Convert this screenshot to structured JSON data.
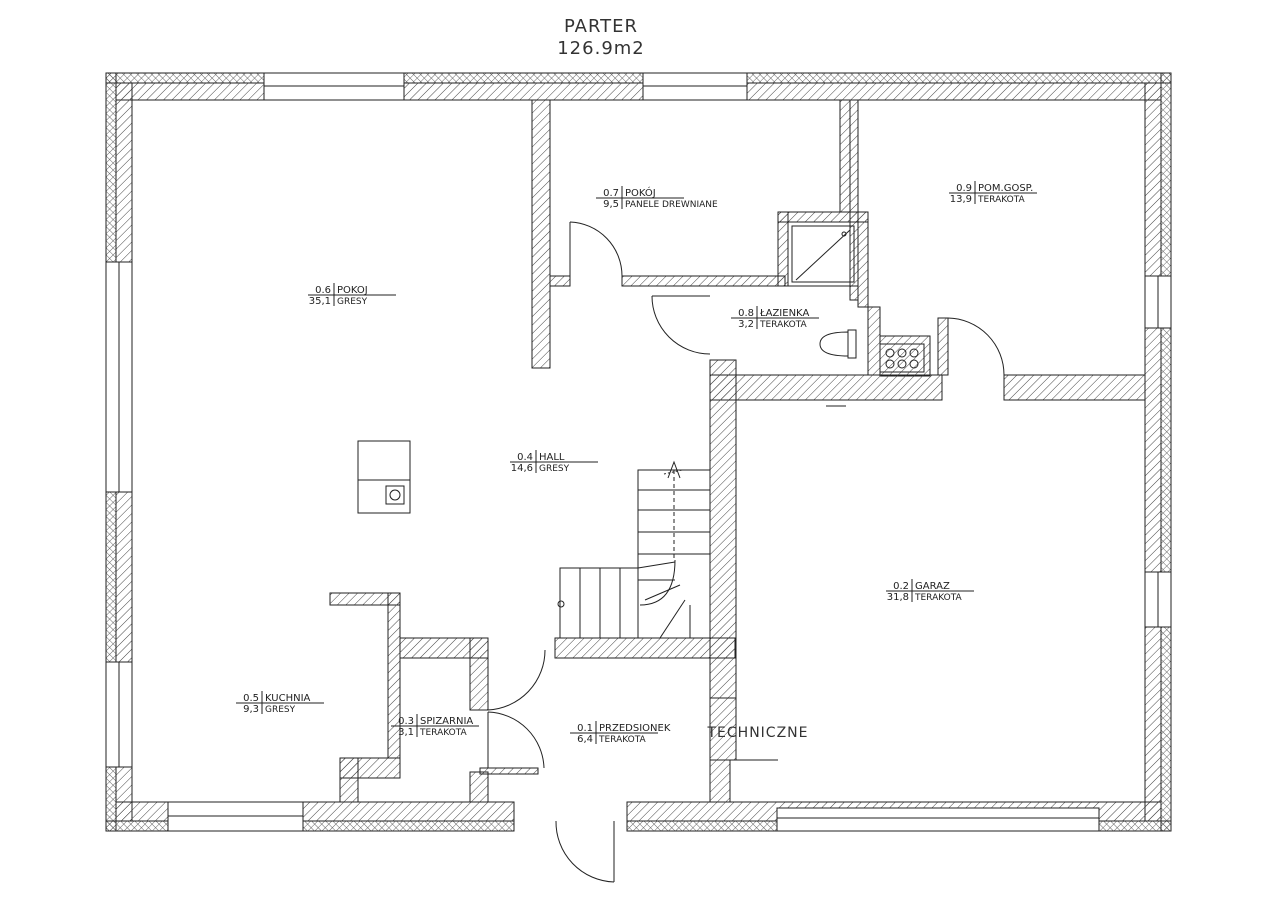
{
  "plan": {
    "title": "PARTER",
    "area": "126.9m2"
  },
  "rooms": [
    {
      "id": "room-pokoj-06",
      "num": "0.6",
      "name": "POKOJ",
      "area": "35,1",
      "material": "GRESY"
    },
    {
      "id": "room-pokoj-07",
      "num": "0.7",
      "name": "POKÓJ",
      "area": "9,5",
      "material": "PANELE DREWNIANE"
    },
    {
      "id": "room-pom-gosp-09",
      "num": "0.9",
      "name": "POM.GOSP.",
      "area": "13,9",
      "material": "TERAKOTA"
    },
    {
      "id": "room-lazienka-08",
      "num": "0.8",
      "name": "ŁAZIENKA",
      "area": "3,2",
      "material": "TERAKOTA"
    },
    {
      "id": "room-hall-04",
      "num": "0.4",
      "name": "HALL",
      "area": "14,6",
      "material": "GRESY"
    },
    {
      "id": "room-garaz-02",
      "num": "0.2",
      "name": "GARAZ",
      "area": "31,8",
      "material": "TERAKOTA"
    },
    {
      "id": "room-kuchnia-05",
      "num": "0.5",
      "name": "KUCHNIA",
      "area": "9,3",
      "material": "GRESY"
    },
    {
      "id": "room-spizarnia-03",
      "num": "0.3",
      "name": "SPIZARNIA",
      "area": "3,1",
      "material": "TERAKOTA"
    },
    {
      "id": "room-przedsionek-01",
      "num": "0.1",
      "name": "PRZEDSIONEK",
      "area": "6,4",
      "material": "TERAKOTA"
    }
  ],
  "labels": {
    "techniczne": "TECHNICZNE"
  },
  "colors": {
    "line": "#222222",
    "background": "#ffffff"
  }
}
